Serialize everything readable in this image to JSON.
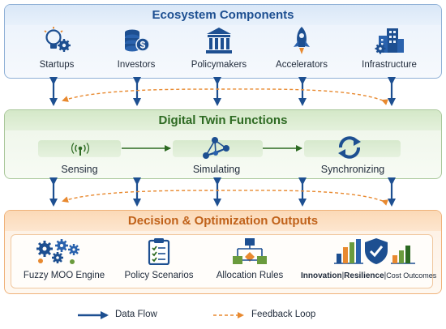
{
  "ecosystem": {
    "title": "Ecosystem Components",
    "items": [
      {
        "label": "Startups",
        "icon": "lightbulb-gear-icon"
      },
      {
        "label": "Investors",
        "icon": "coin-stack-icon"
      },
      {
        "label": "Policymakers",
        "icon": "government-building-icon"
      },
      {
        "label": "Accelerators",
        "icon": "rocket-icon"
      },
      {
        "label": "Infrastructure",
        "icon": "city-buildings-gear-icon"
      }
    ]
  },
  "digital_twin": {
    "title": "Digital Twin Functions",
    "functions": [
      {
        "label": "Sensing",
        "icon": "sensor-signal-icon"
      },
      {
        "label": "Simulating",
        "icon": "network-nodes-icon"
      },
      {
        "label": "Synchronizing",
        "icon": "sync-arrows-icon"
      }
    ]
  },
  "decision": {
    "title": "Decision & Optimization Outputs",
    "items": [
      {
        "label": "Fuzzy MOO Engine",
        "icon": "gears-icon"
      },
      {
        "label": "Policy Scenarios",
        "icon": "clipboard-checklist-icon"
      },
      {
        "label": "Allocation Rules",
        "icon": "flowchart-icon"
      }
    ],
    "outcomes": {
      "innovation": "Innovation",
      "separator": "|",
      "resilience": "Resilience",
      "cost": "Cost Outcomes",
      "icon": "bar-chart-shield-icon"
    }
  },
  "legend": {
    "data_flow": "Data Flow",
    "feedback_loop": "Feedback Loop"
  },
  "colors": {
    "blue": "#1d4f91",
    "green": "#2d6a22",
    "orange": "#e8892f"
  }
}
